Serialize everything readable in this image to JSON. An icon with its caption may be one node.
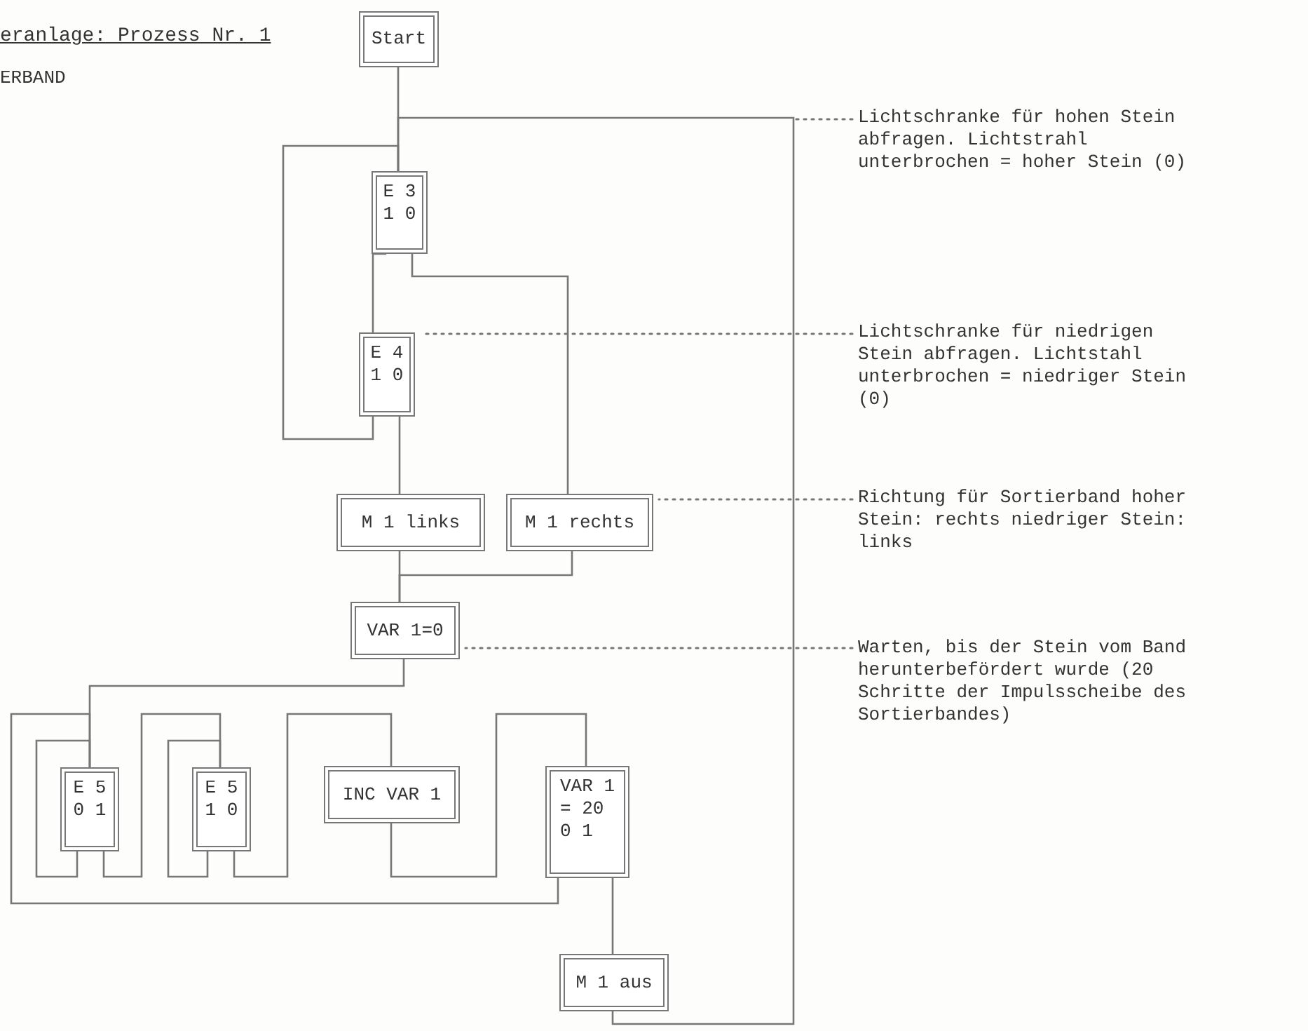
{
  "diagram": {
    "title": "eranlage: Prozess Nr. 1",
    "nodes": [
      {
        "text": [
          "Start"
        ]
      },
      {
        "text": [
          "E 3 1 0"
        ]
      },
      {
        "text": [
          "E 4 1 0"
        ]
      },
      {
        "text": [
          "M 1 links"
        ]
      },
      {
        "text": [
          "M 1 rechts"
        ]
      },
      {
        "text": [
          "VAR 1=0"
        ]
      },
      {
        "text": [
          "E 5 0 1"
        ]
      },
      {
        "text": [
          "E 5 1 0"
        ]
      },
      {
        "text": [
          "INC VAR 1"
        ]
      },
      {
        "text": [
          "VAR 1 = 20 0 1"
        ]
      },
      {
        "text": [
          "M 1 aus"
        ]
      },
      {
        "text": [
          "Lichtschranke für hohen Stein abfragen. Lichtstrahl unterbrochen = hoher Stein (0)"
        ]
      },
      {
        "text": [
          "Lichtschranke für niedrigen Stein abfragen. Lichtstahl unterbrochen = niedriger Stein (0)"
        ]
      },
      {
        "text": [
          "Richtung für Sortierband hoher Stein: rechts niedriger Stein: links"
        ]
      },
      {
        "text": [
          "Warten, bis der Stein vom Band herunterbefördert wurde (20 Schritte der Impulsscheibe des Sortierbandes)"
        ]
      }
    ],
    "edges": [
      {
        "from": 0,
        "to": 1,
        "arrow": "none"
      },
      {
        "from": 1,
        "to": 2,
        "arrow": "none"
      },
      {
        "from": 1,
        "to": 4,
        "arrow": "none"
      },
      {
        "from": 2,
        "to": 3,
        "arrow": "none"
      },
      {
        "from": 2,
        "to": 1,
        "arrow": "none"
      },
      {
        "from": 3,
        "to": 5,
        "arrow": "none"
      },
      {
        "from": 4,
        "to": 5,
        "arrow": "none"
      },
      {
        "from": 5,
        "to": 6,
        "arrow": "none"
      },
      {
        "from": 6,
        "to": 6,
        "arrow": "none"
      },
      {
        "from": 6,
        "to": 7,
        "arrow": "none"
      },
      {
        "from": 7,
        "to": 7,
        "arrow": "none"
      },
      {
        "from": 7,
        "to": 8,
        "arrow": "none"
      },
      {
        "from": 8,
        "to": 9,
        "arrow": "none"
      },
      {
        "from": 9,
        "to": 6,
        "arrow": "none"
      },
      {
        "from": 9,
        "to": 10,
        "arrow": "none"
      },
      {
        "from": 10,
        "to": 1,
        "arrow": "none"
      },
      {
        "from": 11,
        "to": null,
        "arrow": "none",
        "style": "dashed"
      },
      {
        "from": 12,
        "to": 2,
        "arrow": "none",
        "style": "dashed"
      },
      {
        "from": 13,
        "to": 4,
        "arrow": "none",
        "style": "dashed"
      },
      {
        "from": 14,
        "to": 5,
        "arrow": "none",
        "style": "dashed"
      }
    ],
    "labels": [
      "ERBAND"
    ]
  }
}
